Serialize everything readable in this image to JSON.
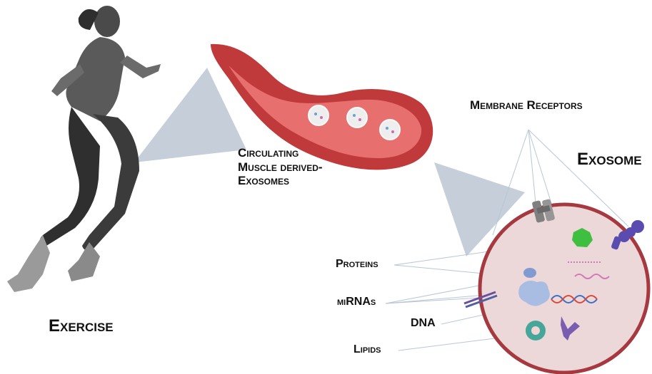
{
  "labels": {
    "exercise": "Exercise",
    "circulating_line1": "Circulating",
    "circulating_line2": "Muscle derived-",
    "circulating_line3": "Exosomes",
    "membrane_receptors": "Membrane Receptors",
    "exosome": "Exosome",
    "proteins": "Proteins",
    "mirnas": "miRNAs",
    "dna": "DNA",
    "lipids": "Lipids"
  },
  "colors": {
    "pointer_triangle": "#c5ced9",
    "vessel_outer": "#c0393b",
    "vessel_inner": "#e76f6e",
    "exosome_fill": "#ecd8d8",
    "exosome_border": "#a5393f",
    "runner": "#3a3a3a",
    "leader_line": "#b9c6d6",
    "receptor_purple": "#5a4bb0",
    "protein_green": "#3fbf3f",
    "protein_blue": "#8fa8d6",
    "mirna_pink": "#d27ab5"
  }
}
